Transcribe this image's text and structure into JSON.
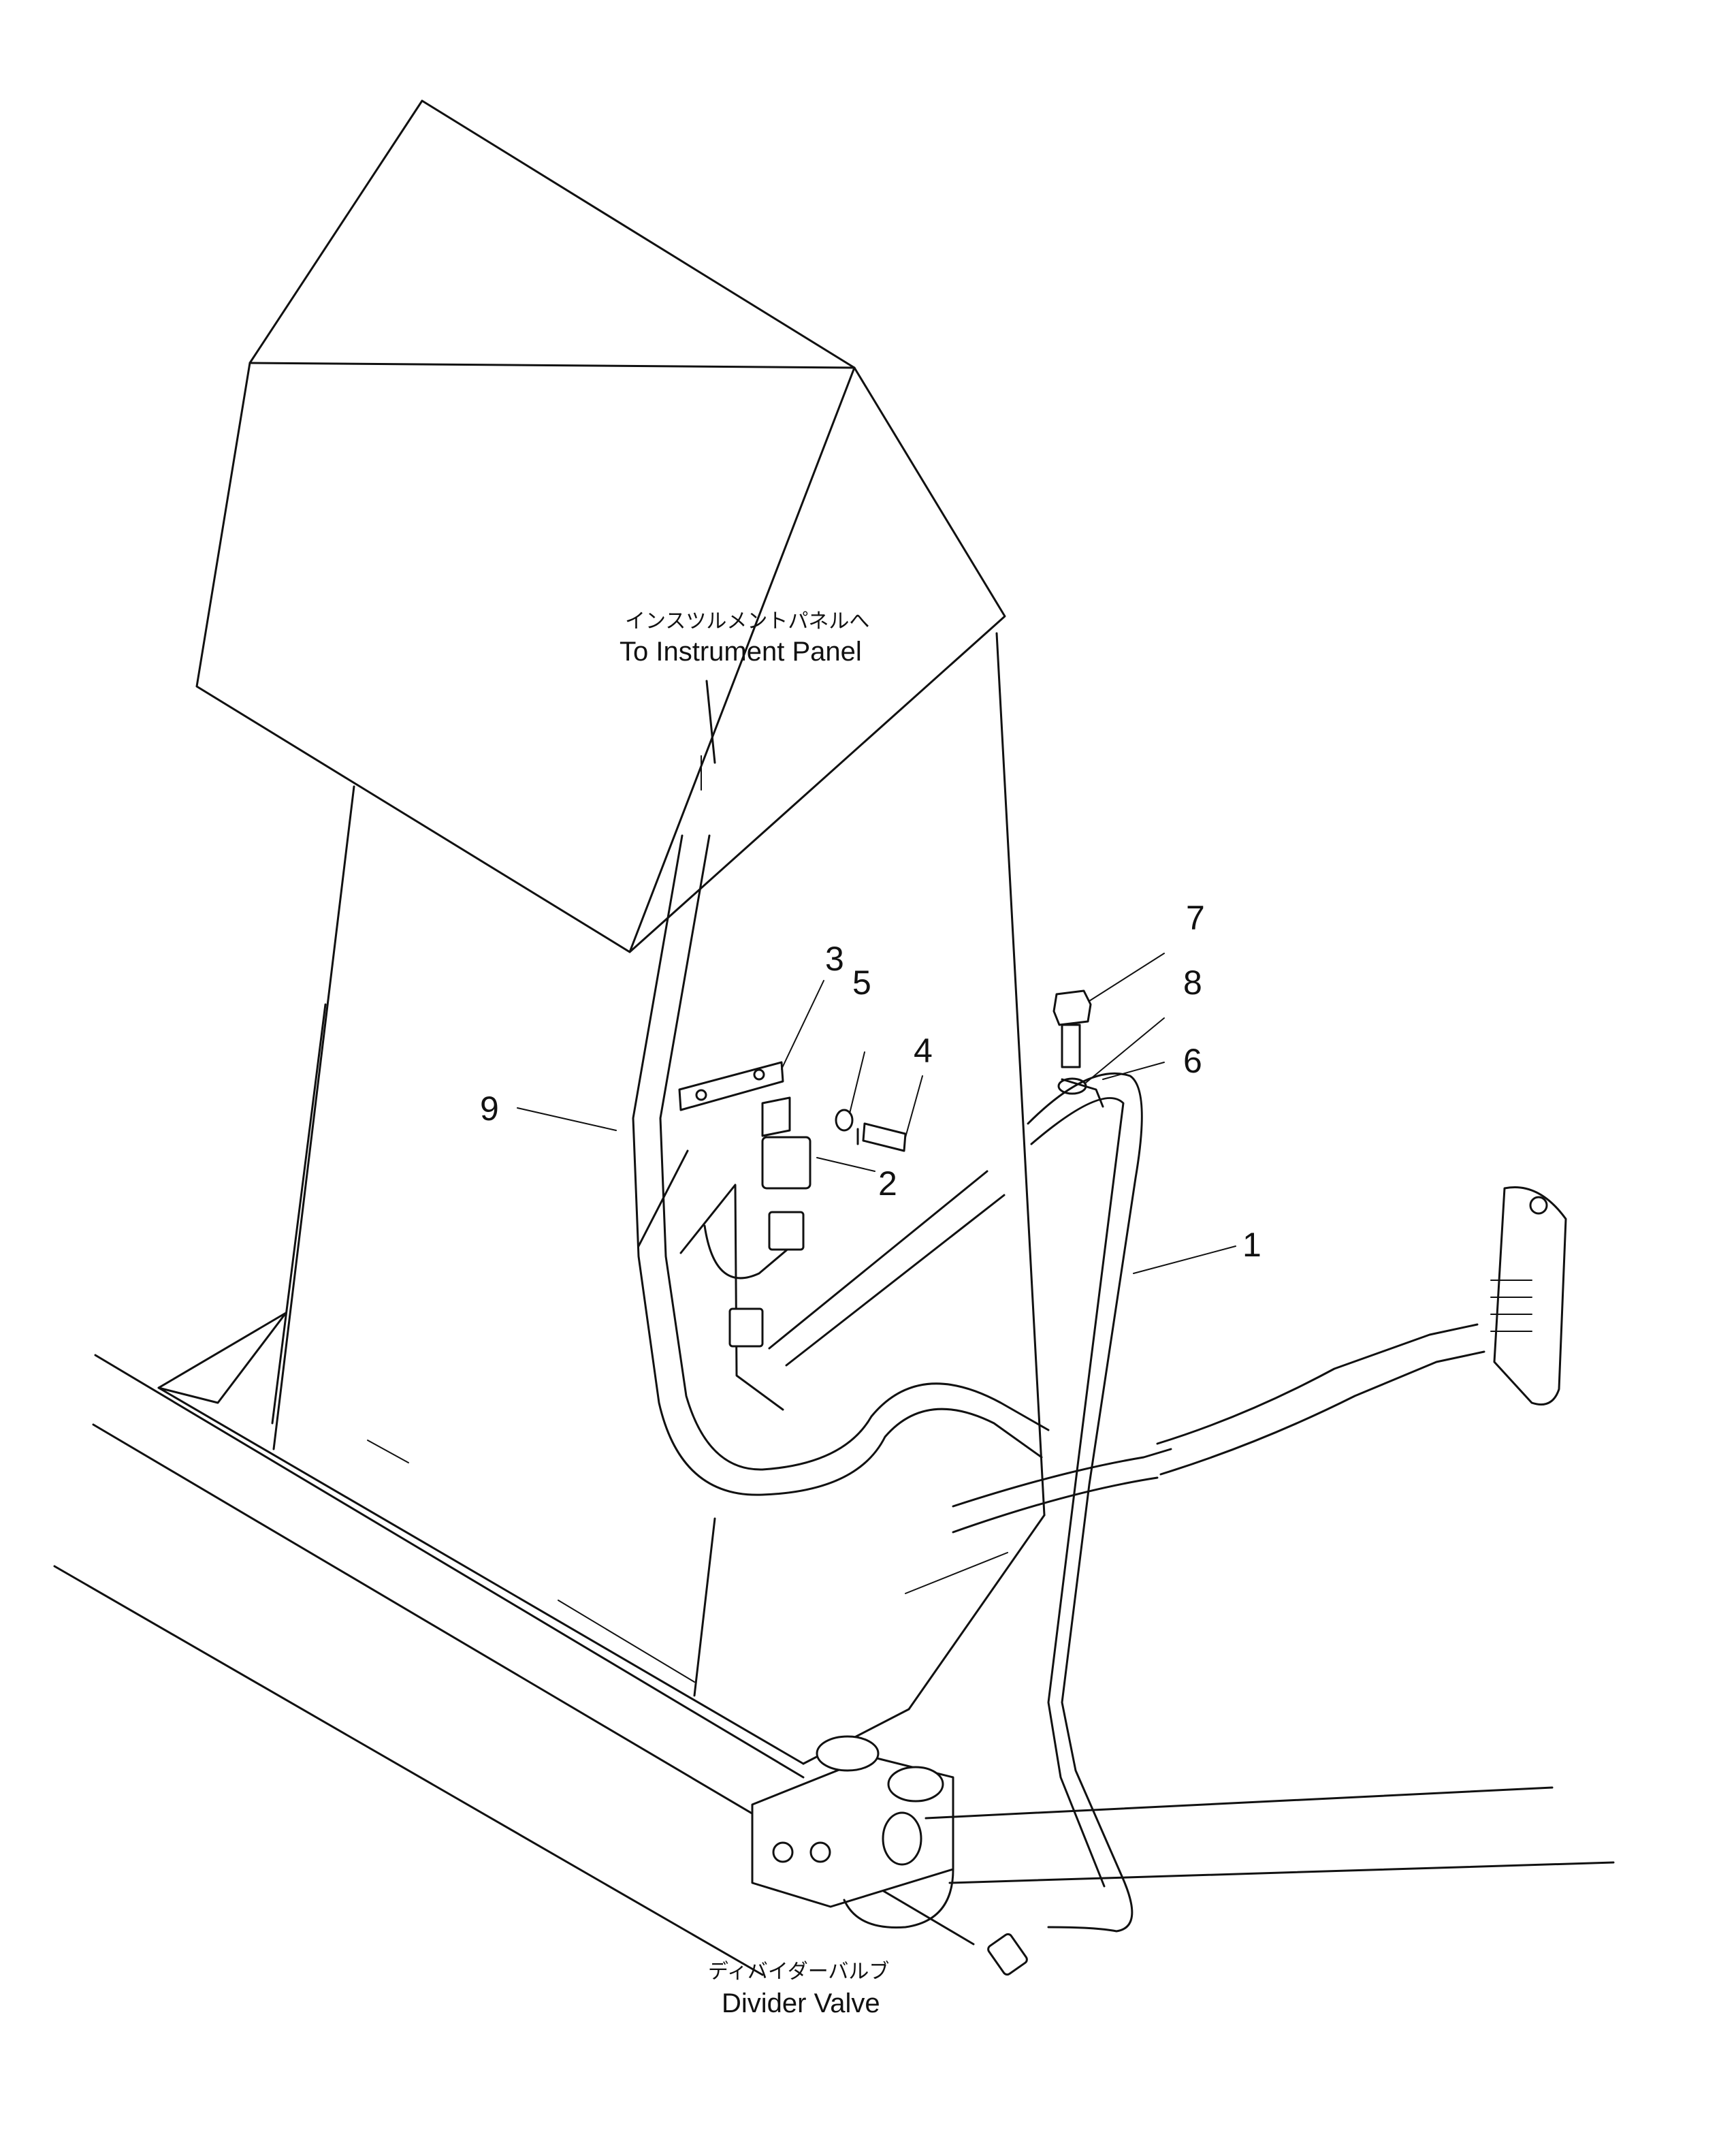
{
  "labels": {
    "instrument_panel_jp": "インスツルメントパネルへ",
    "instrument_panel_en": "To Instrument Panel",
    "divider_valve_jp": "ディバイダーバルブ",
    "divider_valve_en": "Divider Valve"
  },
  "part_callouts": [
    "1",
    "2",
    "3",
    "4",
    "5",
    "6",
    "7",
    "8",
    "9"
  ]
}
